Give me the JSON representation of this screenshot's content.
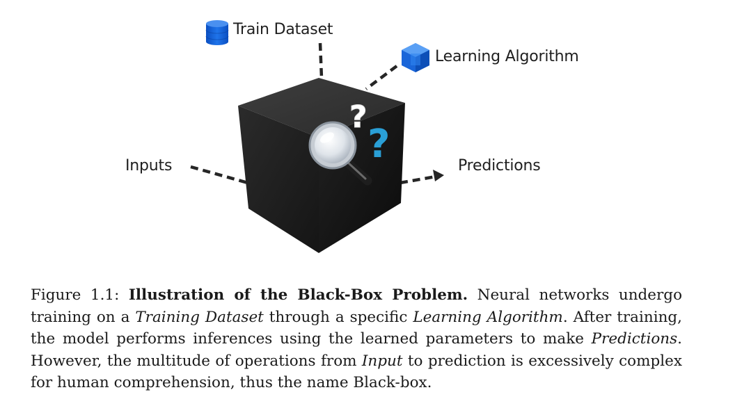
{
  "figure": {
    "labels": {
      "train_dataset": "Train Dataset",
      "learning_algorithm": "Learning Algorithm",
      "inputs": "Inputs",
      "predictions": "Predictions"
    },
    "question_marks": [
      "?",
      "?"
    ],
    "colors": {
      "cube": "#1c1c1c",
      "database_icon": "#1a73e8",
      "question_accent": "#2a9fd6",
      "arrow": "#262626"
    },
    "icons": [
      "database-icon",
      "cube-icon",
      "magnifier-icon"
    ]
  },
  "caption": {
    "prefix": "Figure 1.1: ",
    "title": "Illustration of the Black-Box Problem.",
    "s1": " Neural networks undergo training on a ",
    "e1": "Training Dataset",
    "s2": " through a specific ",
    "e2": "Learning Algorithm",
    "s3": ". After training, the model performs inferences using the learned parameters to make ",
    "e3": "Predictions",
    "s4": ". However, the multitude of operations from ",
    "e4": "Input",
    "s5": " to prediction is excessively complex for human comprehension, thus the name Black-box."
  }
}
